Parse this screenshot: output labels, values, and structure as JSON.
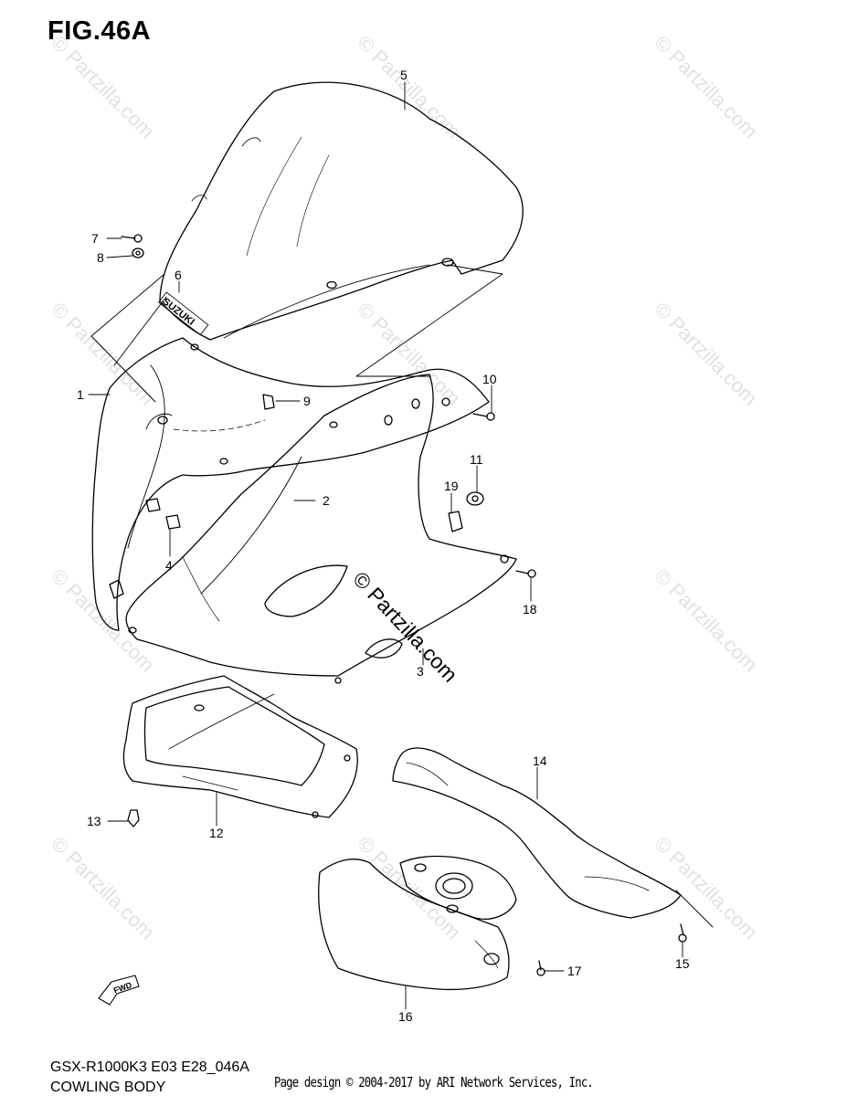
{
  "figure_title": "FIG.46A",
  "model_code": "GSX-R1000K3 E03 E28_046A",
  "section_name": "COWLING BODY",
  "page_credit": "Page design © 2004-2017 by ARI Network Services, Inc.",
  "watermark": "© Partzilla.com",
  "center_watermark": "© Partzilla.com",
  "windscreen_logo": "SUZUKI",
  "fwd_arrow_label": "FWD",
  "part_labels": {
    "p1": "1",
    "p2": "2",
    "p3": "3",
    "p4": "4",
    "p5": "5",
    "p6": "6",
    "p7": "7",
    "p8": "8",
    "p9": "9",
    "p10": "10",
    "p11": "11",
    "p12": "12",
    "p13": "13",
    "p14": "14",
    "p15": "15",
    "p16": "16",
    "p17": "17",
    "p18": "18",
    "p19": "19"
  }
}
